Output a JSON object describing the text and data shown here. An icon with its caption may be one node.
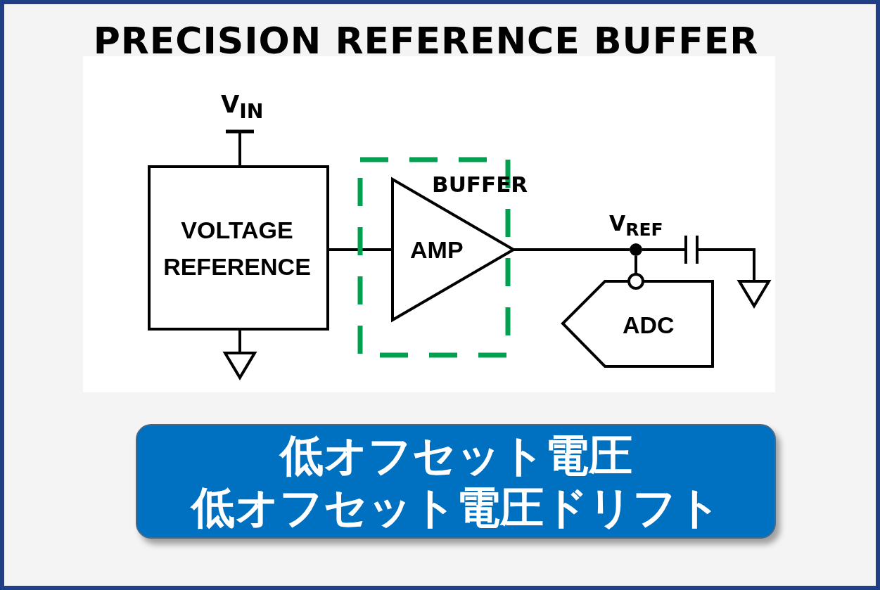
{
  "diagram": {
    "title": "PRECISION REFERENCE BUFFER",
    "nodes": [
      {
        "text": [
          "V$_{IN}$"
        ]
      },
      {
        "text": [
          "VOLTAGE REFERENCE"
        ]
      },
      {
        "text": [
          "BUFFER"
        ]
      },
      {
        "text": [
          "AMP"
        ],
        "in": 2
      },
      {
        "text": [],
        "shape": "circle"
      },
      {
        "text": [
          "ADC"
        ]
      },
      {
        "text": [
          "低オフセット電圧",
          "低オフセット電圧ドリフト"
        ]
      }
    ],
    "edges": [
      {
        "from": 0,
        "to": 1,
        "arrow": "other"
      },
      {
        "from": 1,
        "to": 3,
        "arrow": "none"
      },
      {
        "from": 3,
        "to": 4,
        "arrow": "none"
      },
      {
        "from": 4,
        "to": 5,
        "arrow": "none"
      }
    ],
    "labels": [
      "V$_{REF}$"
    ]
  }
}
